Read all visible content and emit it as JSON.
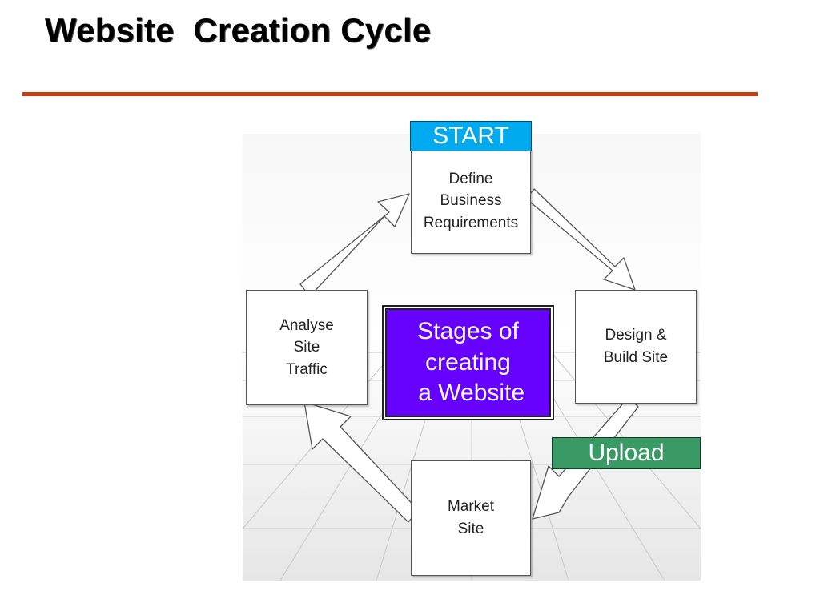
{
  "slide": {
    "title": "Website  Creation Cycle",
    "accent_color": "#cc3a0e"
  },
  "diagram": {
    "start_label": "START",
    "upload_label": "Upload",
    "center_text": "Stages of\ncreating\n a Website",
    "stages": [
      {
        "id": "define",
        "text": "Define\nBusiness\nRequirements"
      },
      {
        "id": "design",
        "text": "Design &\nBuild Site"
      },
      {
        "id": "market",
        "text": "Market\nSite"
      },
      {
        "id": "analyse",
        "text": "Analyse\nSite\nTraffic"
      }
    ],
    "colors": {
      "start": "#00aaee",
      "upload": "#3a9a66",
      "center": "#6600ff"
    }
  }
}
